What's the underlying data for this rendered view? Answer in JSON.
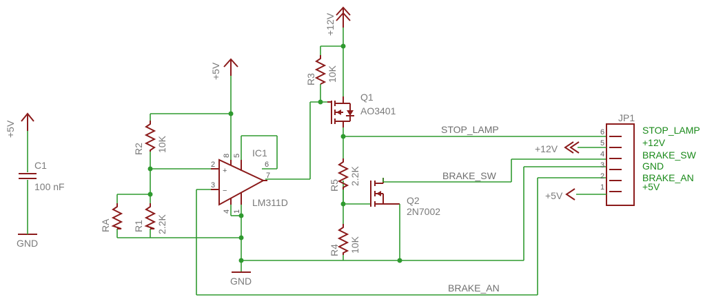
{
  "components": {
    "c1": {
      "ref": "C1",
      "value": "100 nF",
      "supply": "+5V",
      "ground": "GND"
    },
    "r2": {
      "ref": "R2",
      "value": "10K"
    },
    "r1": {
      "ref": "R1",
      "value": "2.2K"
    },
    "ra": {
      "ref": "RA"
    },
    "ic1": {
      "ref": "IC1",
      "value": "LM311D",
      "supply": "+5V",
      "ground": "GND",
      "pins": {
        "p2": "2",
        "p3": "3",
        "p4": "4",
        "p8": "8",
        "p5": "5",
        "p6": "6",
        "p7": "7",
        "p1": "1",
        "plus": "+",
        "minus": "−"
      }
    },
    "r3": {
      "ref": "R3",
      "value": "10K",
      "supply": "+12V"
    },
    "q1": {
      "ref": "Q1",
      "value": "AO3401"
    },
    "r5": {
      "ref": "R5",
      "value": "2.2K"
    },
    "r4": {
      "ref": "R4",
      "value": "10K"
    },
    "q2": {
      "ref": "Q2",
      "value": "2N7002"
    },
    "jp1": {
      "ref": "JP1",
      "pins": [
        "6",
        "5",
        "4",
        "3",
        "2",
        "1"
      ],
      "labels": [
        "STOP_LAMP",
        "+12V",
        "BRAKE_SW",
        "GND",
        "BRAKE_AN",
        "+5V"
      ],
      "supply12": "+12V",
      "supply5": "+5V"
    }
  },
  "nets": {
    "stop_lamp": "STOP_LAMP",
    "brake_sw": "BRAKE_SW",
    "brake_an": "BRAKE_AN"
  }
}
